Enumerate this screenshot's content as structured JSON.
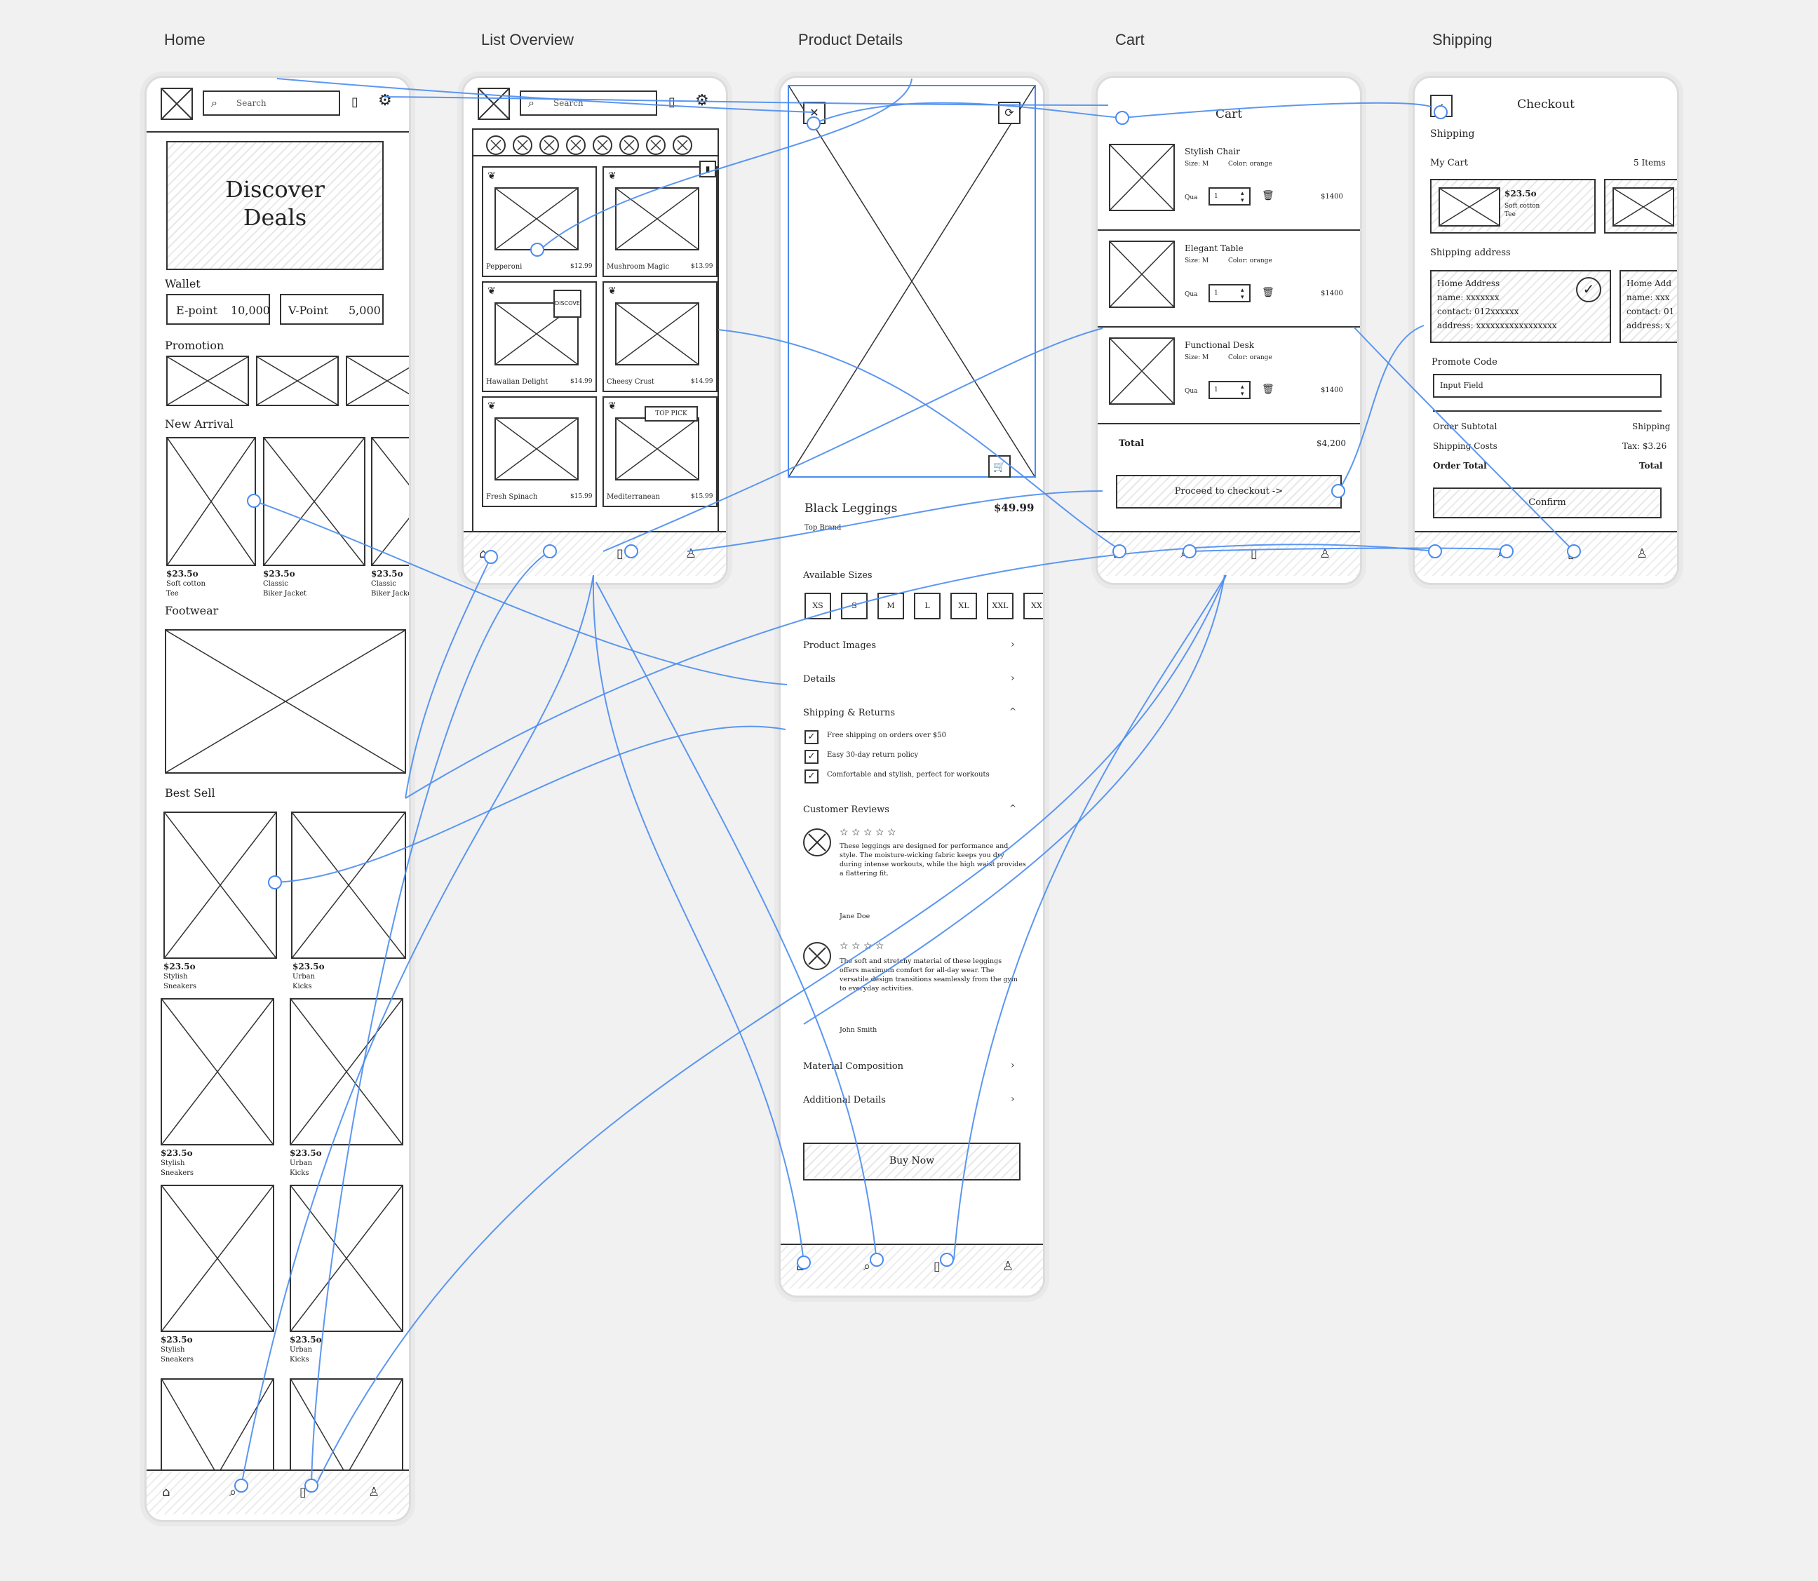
{
  "frames": {
    "home": "Home",
    "list": "List Overview",
    "product": "Product Details",
    "cart": "Cart",
    "shipping": "Shipping"
  },
  "home": {
    "search_placeholder": "Search",
    "banner_line1": "Discover",
    "banner_line2": "Deals",
    "wallet_title": "Wallet",
    "epoint_label": "E-point",
    "epoint_value": "10,000",
    "vpoint_label": "V-Point",
    "vpoint_value": "5,000",
    "promotion_title": "Promotion",
    "new_arrival_title": "New Arrival",
    "new_arrival": [
      {
        "price": "$23.5o",
        "name": "Soft cotton",
        "sub": "Tee"
      },
      {
        "price": "$23.5o",
        "name": "Classic",
        "sub": "Biker Jacket"
      },
      {
        "price": "$23.5o",
        "name": "Classic",
        "sub": "Biker Jacket"
      }
    ],
    "footwear_title": "Footwear",
    "best_sell_title": "Best Sell",
    "best_sell": [
      {
        "price": "$23.5o",
        "name": "Stylish",
        "sub": "Sneakers"
      },
      {
        "price": "$23.5o",
        "name": "Urban",
        "sub": "Kicks"
      },
      {
        "price": "$23.5o",
        "name": "Stylish",
        "sub": "Sneakers"
      },
      {
        "price": "$23.5o",
        "name": "Urban",
        "sub": "Kicks"
      },
      {
        "price": "$23.5o",
        "name": "Stylish",
        "sub": "Sneakers"
      },
      {
        "price": "$23.5o",
        "name": "Urban",
        "sub": "Kicks"
      }
    ]
  },
  "list": {
    "search_placeholder": "Search",
    "items": [
      {
        "name": "Pepperoni",
        "price": "$12.99"
      },
      {
        "name": "Mushroom Magic",
        "price": "$13.99"
      },
      {
        "name": "Hawaiian Delight",
        "price": "$14.99"
      },
      {
        "name": "Cheesy Crust",
        "price": "$14.99"
      },
      {
        "name": "Fresh Spinach",
        "price": "$15.99"
      },
      {
        "name": "Mediterranean",
        "price": "$15.99"
      }
    ],
    "discover_tag": "DISCOVER",
    "top_pick_tag": "TOP PICK"
  },
  "product": {
    "name": "Black Leggings",
    "price": "$49.99",
    "brand": "Top Brand",
    "sizes_title": "Available Sizes",
    "sizes": [
      "XS",
      "S",
      "M",
      "L",
      "XL",
      "XXL",
      "XX"
    ],
    "sec_images": "Product Images",
    "sec_details": "Details",
    "sec_shipping": "Shipping & Returns",
    "ship_items": [
      "Free shipping on orders over $50",
      "Easy 30-day return policy",
      "Comfortable and stylish, perfect for workouts"
    ],
    "sec_reviews": "Customer Reviews",
    "review1_text": [
      "These leggings are designed for performance and",
      "style. The moisture-wicking fabric keeps you dry",
      "during intense workouts, while the high waist provides",
      "a flattering fit."
    ],
    "review1_author": "Jane Doe",
    "review2_text": [
      "The soft and stretchy material of these leggings",
      "offers maximum comfort for all-day wear. The",
      "versatile design transitions seamlessly from the gym",
      "to everyday activities."
    ],
    "review2_author": "John Smith",
    "sec_material": "Material Composition",
    "sec_additional": "Additional Details",
    "buy_now": "Buy Now"
  },
  "cart": {
    "title": "Cart",
    "items": [
      {
        "name": "Stylish Chair",
        "size": "Size: M",
        "color": "Color: orange",
        "qty_label": "Qua",
        "qty": "1",
        "price": "$1400"
      },
      {
        "name": "Elegant Table",
        "size": "Size: M",
        "color": "Color: orange",
        "qty_label": "Qua",
        "qty": "1",
        "price": "$1400"
      },
      {
        "name": "Functional Desk",
        "size": "Size: M",
        "color": "Color: orange",
        "qty_label": "Qua",
        "qty": "1",
        "price": "$1400"
      }
    ],
    "total_label": "Total",
    "total_value": "$4,200",
    "checkout": "Proceed to checkout ->"
  },
  "shipping": {
    "title": "Checkout",
    "section": "Shipping",
    "my_cart": "My Cart",
    "items_count": "5 Items",
    "card_price": "$23.5o",
    "card_name": "Soft cotton",
    "card_sub": "Tee",
    "address_title": "Shipping address",
    "addr1": [
      "Home Address",
      "name: xxxxxxx",
      "contact: 012xxxxxx",
      "address: xxxxxxxxxxxxxxxxx"
    ],
    "addr2": [
      "Home Add",
      "name: xxx",
      "contact: 01",
      "address: x"
    ],
    "promo_title": "Promote Code",
    "promo_placeholder": "Input Field",
    "order_subtotal": "Order Subtotal",
    "shipping_label": "Shipping",
    "shipping_costs": "Shipping Costs",
    "tax": "Tax: $3.26",
    "order_total": "Order Total",
    "total": "Total",
    "confirm": "Confirm"
  },
  "colors": {
    "link": "#4a8cf0",
    "stroke": "#333333",
    "canvas": "#f1f1f1"
  }
}
